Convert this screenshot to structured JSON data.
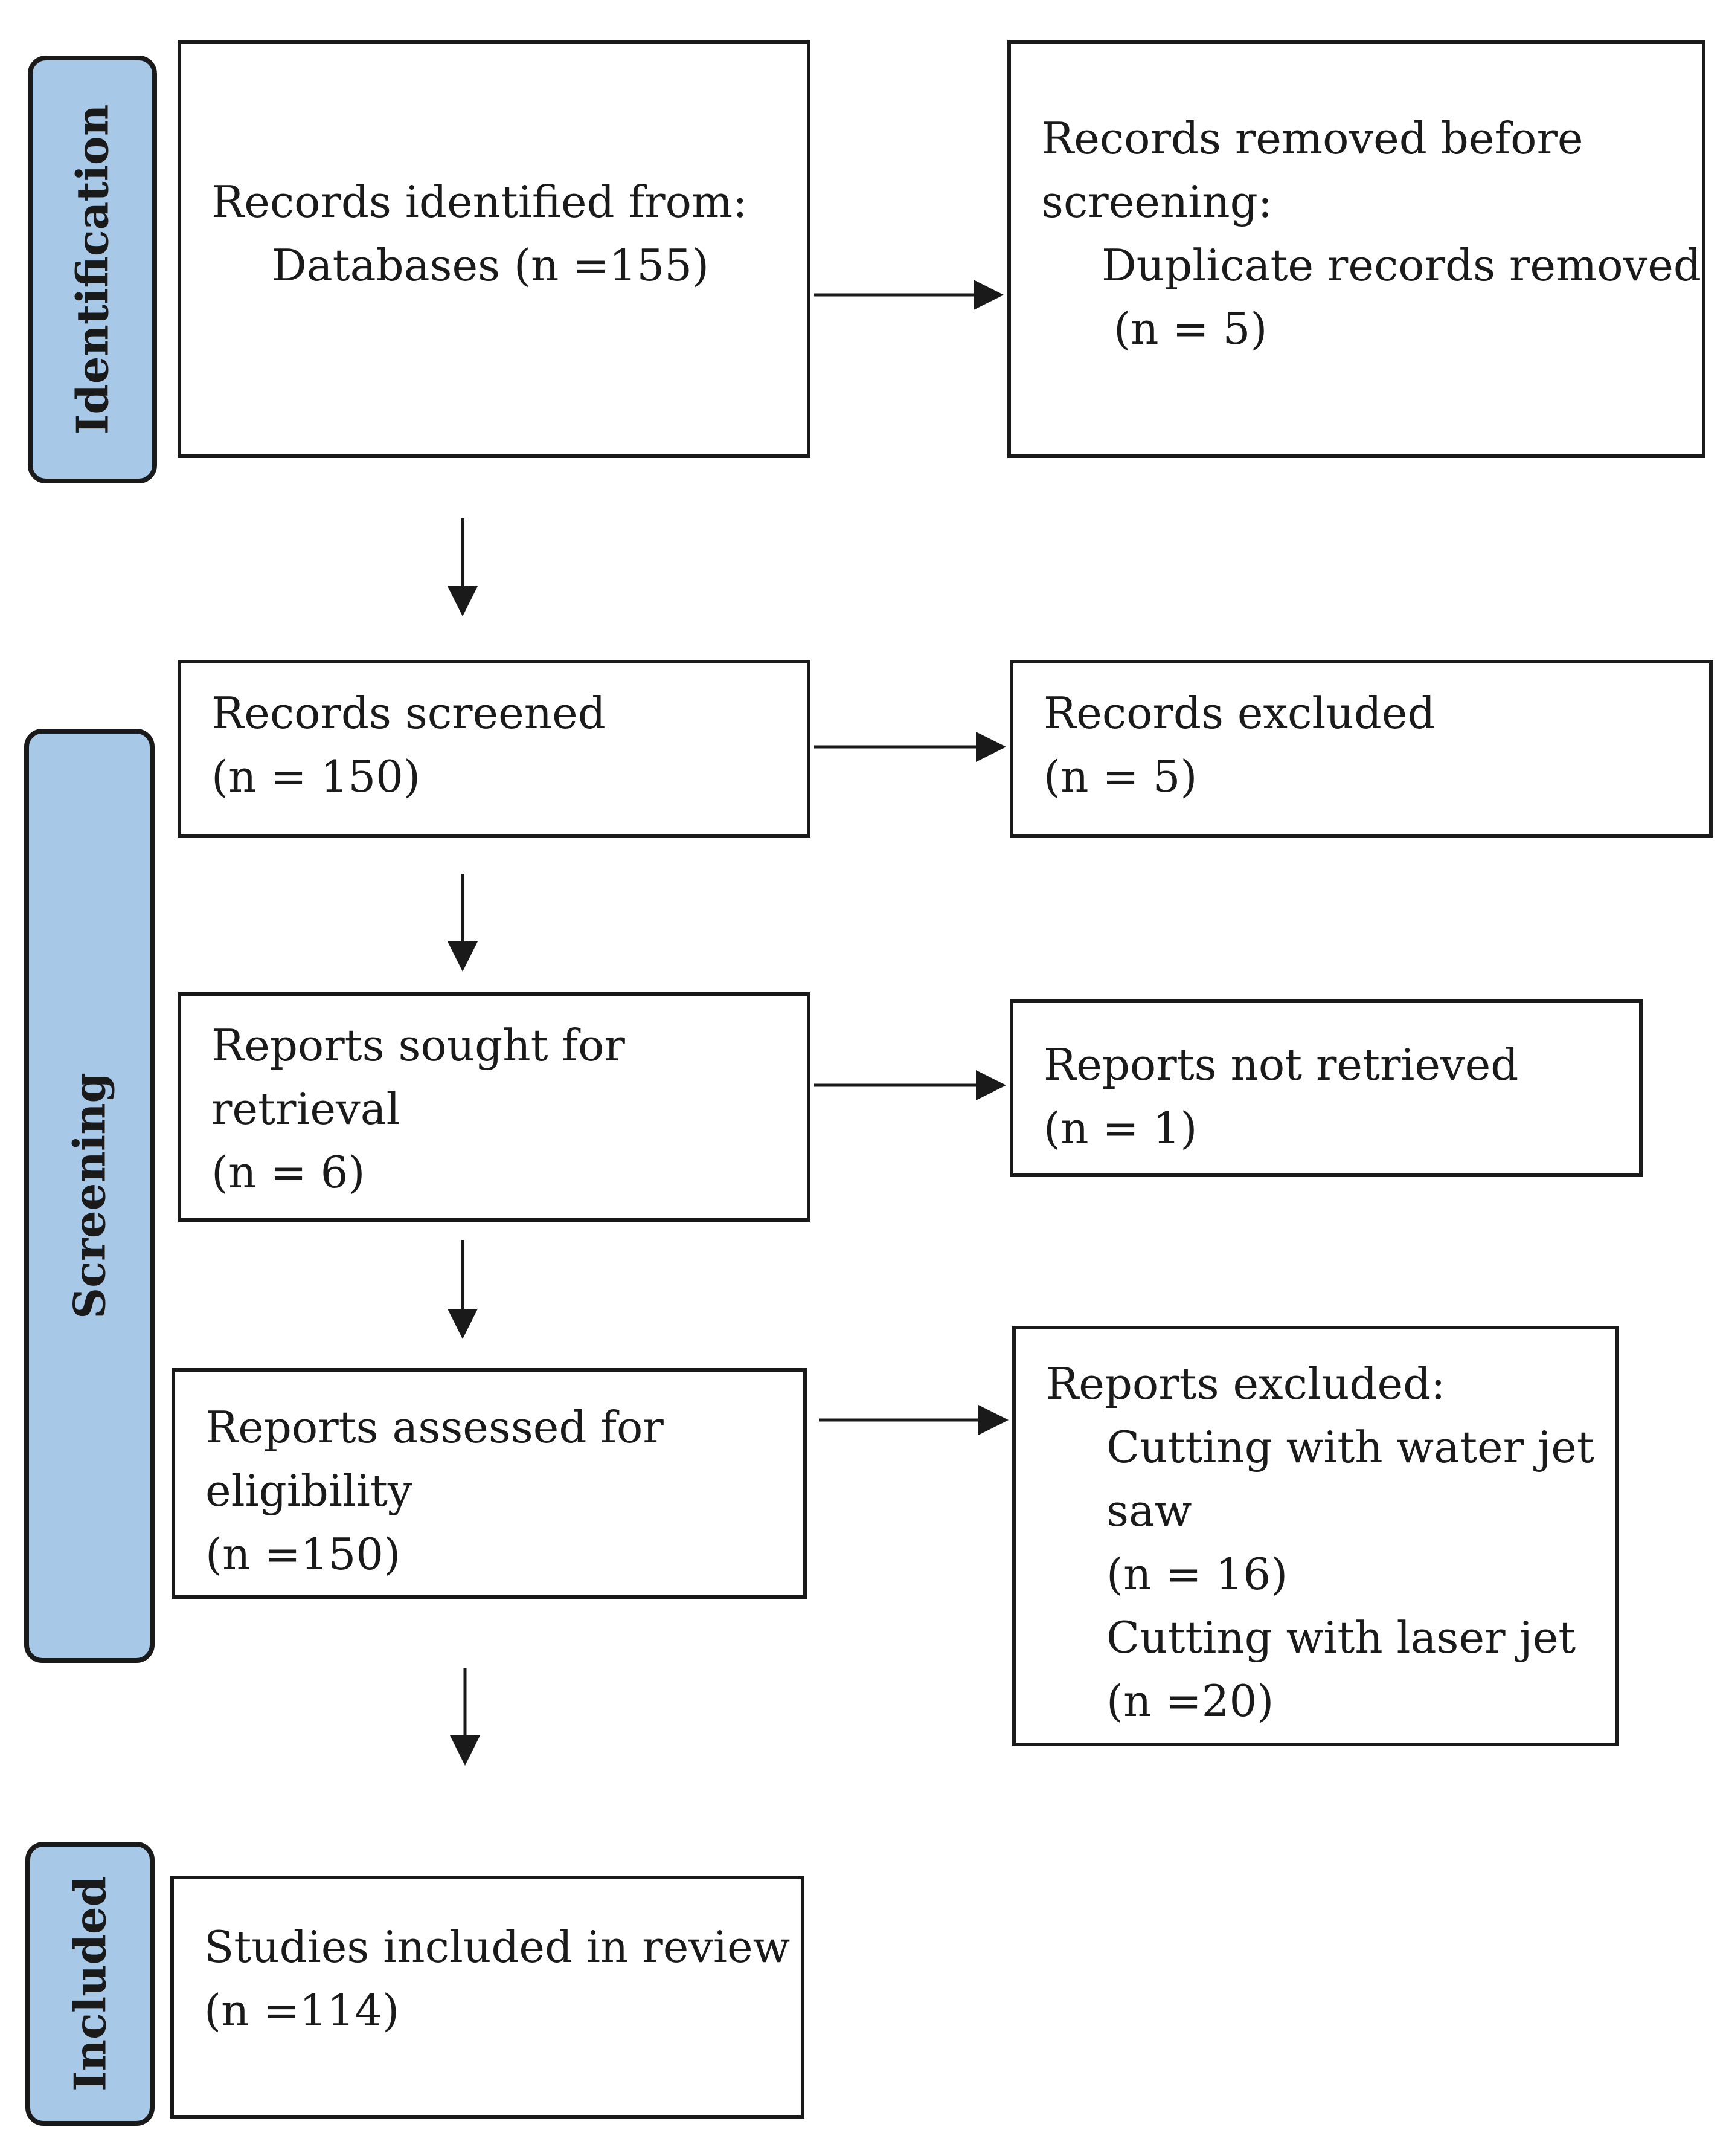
{
  "phases": {
    "identification": "Identification",
    "screening": "Screening",
    "included": "Included"
  },
  "boxes": {
    "identified": {
      "title": "Records identified from:",
      "detail": "Databases (n =155)"
    },
    "removed": {
      "line1": "Records removed before",
      "line2": "screening:",
      "detail": "Duplicate records removed",
      "count": "(n = 5)"
    },
    "screened": {
      "title": "Records screened",
      "count": "(n = 150)"
    },
    "excluded": {
      "title": "Records excluded",
      "count": "(n = 5)"
    },
    "sought": {
      "line1": "Reports sought for",
      "line2": "retrieval",
      "count": "(n = 6)"
    },
    "not_retrieved": {
      "title": "Reports not retrieved",
      "count": "(n = 1)"
    },
    "assessed": {
      "line1": "Reports assessed for",
      "line2": "eligibility",
      "count": "(n =150)"
    },
    "reports_excluded": {
      "title": "Reports excluded:",
      "reason1_line1": "Cutting with water jet",
      "reason1_line2": "saw",
      "reason1_count": "(n = 16)",
      "reason2": "Cutting with laser jet",
      "reason2_count": "(n =20)"
    },
    "included": {
      "title": "Studies included in review",
      "count": "(n =114)"
    }
  }
}
